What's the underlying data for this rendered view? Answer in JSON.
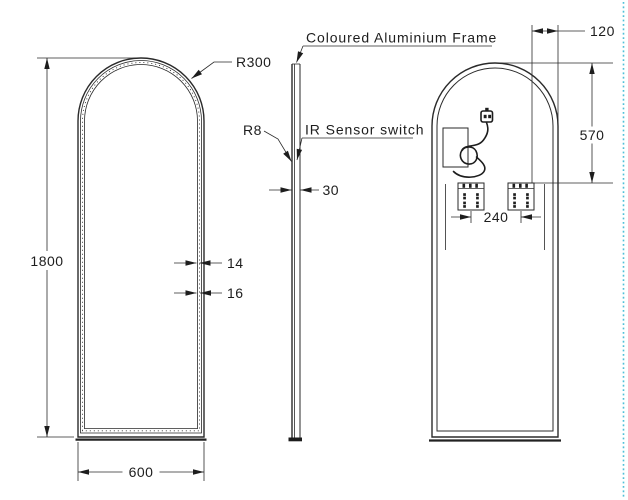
{
  "callouts": {
    "frame": "Coloured Aluminium Frame",
    "ir_sensor": "IR Sensor switch",
    "arch_radius": "R300",
    "corner_radius": "R8"
  },
  "dimensions": {
    "overall_height": "1800",
    "overall_width": "600",
    "thickness": "30",
    "frame_face": "14",
    "frame_depth": "16",
    "bracket_edge_offset": "120",
    "bracket_top_offset": "570",
    "bracket_spacing": "240"
  },
  "icons": {
    "plug": "power-plug-icon",
    "cable": "power-cable",
    "bracket": "mounting-bracket",
    "junction_box": "junction-box"
  },
  "colors": {
    "line": "#2a2a2a",
    "text": "#1d1d1d",
    "sheet_border": "#4fc0d8",
    "background": "#ffffff"
  }
}
